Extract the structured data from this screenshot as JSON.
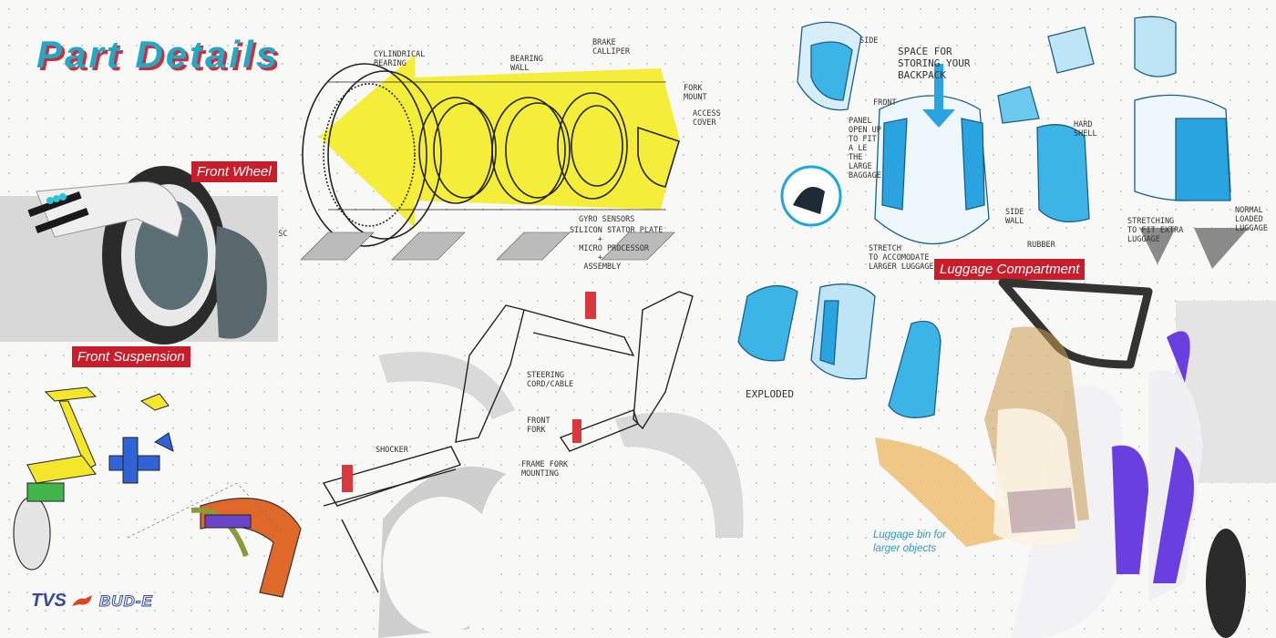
{
  "brand": {
    "primary": "TVS",
    "secondary": "BUD-E",
    "logo_color": "#3548a3"
  },
  "heading": {
    "title": "Part Details",
    "color": "#26a8c4",
    "shadow_color": "#c7303c"
  },
  "sections": {
    "front_wheel": "Front Wheel",
    "front_suspension": "Front Suspension",
    "luggage_compartment": "Luggage Compartment",
    "label_color": "#c81e2c"
  },
  "wheel_callouts": {
    "cylindrical_bearing": "CYLINDRICAL\nBEARING",
    "bearing_wall": "BEARING\nWALL",
    "brake_calliper": "BRAKE\nCALLIPER",
    "fork_mount": "FORK\nMOUNT",
    "access_cover": "ACCESS\nCOVER",
    "disc": "DISC",
    "gyro_sensors": "GYRO SENSORS",
    "silicon_stator_plate": "SILICON STATOR PLATE\n      +\n  MICRO PROCESSOR\n      +\n   ASSEMBLY"
  },
  "suspension_callouts": {
    "steering_cord": "STEERING\nCORD/CABLE",
    "front_fork": "FRONT\nFORK",
    "shocker": "SHOCKER",
    "frame_fork_mounting": "FRAME FORK\nMOUNTING"
  },
  "luggage_callouts": {
    "side": "SIDE",
    "space_backpack": "SPACE FOR\nSTORING YOUR\nBACKPACK",
    "front": "FRONT",
    "panel_open_up": "PANEL\nOPEN UP\nTO FIT\nA LE\nTHE\nLARGE\nBAGGAGE",
    "hard_shell": "HARD\nSHELL",
    "side_wall": "SIDE\nWALL",
    "rubber": "RUBBER",
    "stretching": "STRETCHING\nTO FIT EXTRA\nLUGGAGE",
    "normal_loaded": "NORMAL\nLOADED\nLUGGAGE",
    "stretch_accommodate": "STRETCH\nTO ACCOMODATE\nLARGER LUGGAGE",
    "exploded": "EXPLODED"
  },
  "caption": {
    "luggage_bin": "Luggage bin for\nlarger objects"
  },
  "colors": {
    "highlight_yellow": "#f4ee3a",
    "sketch_blue": "#1ea6dd",
    "body_purple": "#6a3fe0",
    "tyre_dark": "#2b2b2b"
  }
}
